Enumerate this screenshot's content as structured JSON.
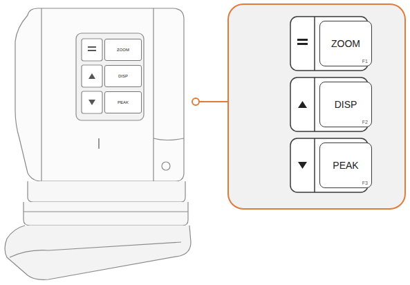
{
  "diagram": {
    "nodes": [
      {
        "text": [
          "ZOOM"
        ]
      },
      {
        "text": [
          "DISP"
        ]
      },
      {
        "text": [
          "PEAK"
        ]
      },
      {
        "text": [
          "ZOOM",
          "F1"
        ]
      },
      {
        "text": [
          "DISP",
          "F2"
        ]
      },
      {
        "text": [
          "PEAK",
          "F3"
        ]
      }
    ]
  }
}
